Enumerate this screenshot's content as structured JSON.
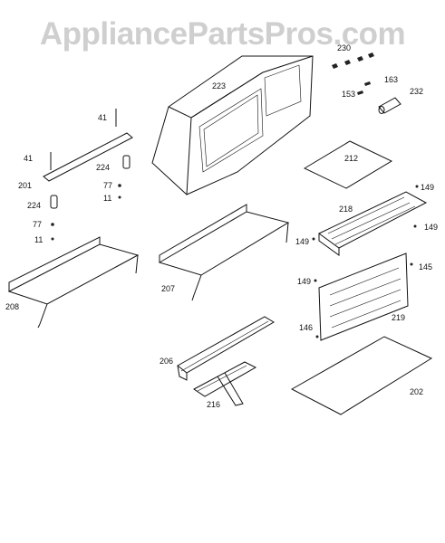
{
  "watermark": "AppliancePartsPros.com",
  "parts": {
    "p223": "223",
    "p230": "230",
    "p163": "163",
    "p153": "153",
    "p232": "232",
    "p41a": "41",
    "p41b": "41",
    "p224a": "224",
    "p224b": "224",
    "p201": "201",
    "p77a": "77",
    "p77b": "77",
    "p11a": "11",
    "p11b": "11",
    "p212": "212",
    "p218": "218",
    "p149a": "149",
    "p149b": "149",
    "p149c": "149",
    "p149d": "149",
    "p145": "145",
    "p146": "146",
    "p219": "219",
    "p208": "208",
    "p207": "207",
    "p206": "206",
    "p216": "216",
    "p202": "202"
  }
}
